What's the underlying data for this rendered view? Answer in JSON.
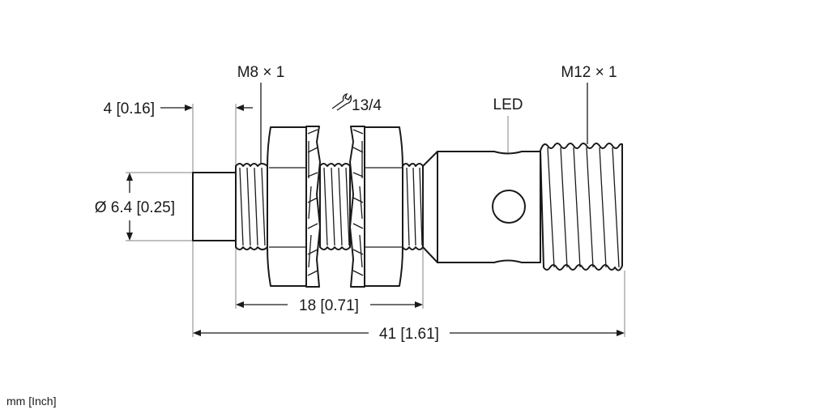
{
  "labels": {
    "thread_front": "M8 × 1",
    "thread_rear": "M12 × 1",
    "wrench_size": "13/4",
    "led": "LED",
    "face_length": "4 [0.16]",
    "diameter": "Ø 6.4 [0.25]",
    "thread_length": "18 [0.71]",
    "total_length": "41 [1.61]",
    "units": "mm [Inch]"
  },
  "icons": {
    "wrench": "wrench-icon"
  }
}
